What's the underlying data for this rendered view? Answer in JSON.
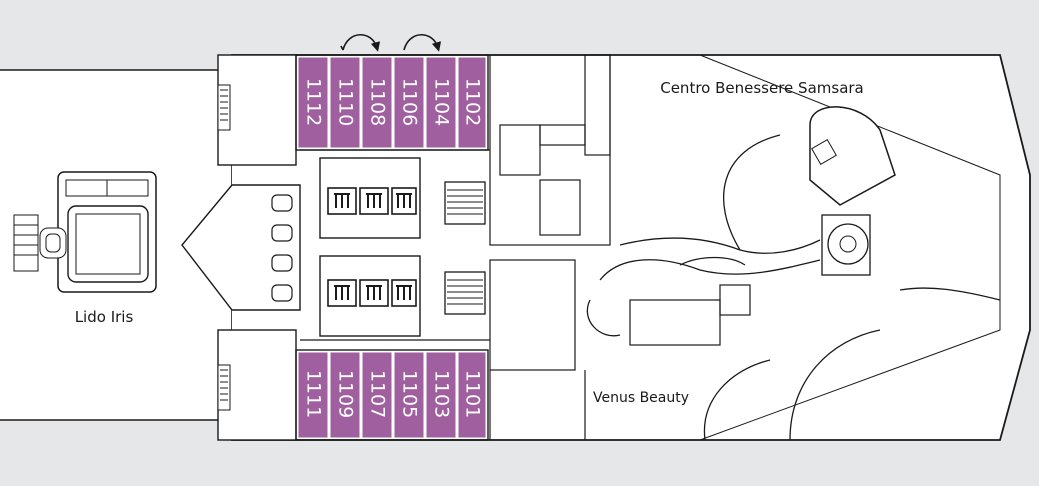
{
  "labels": {
    "lido": "Lido Iris",
    "spa": "Centro Benessere Samsara",
    "beauty": "Venus Beauty"
  },
  "cabins_top": [
    "1112",
    "1110",
    "1108",
    "1106",
    "1104",
    "1102"
  ],
  "cabins_bottom": [
    "1111",
    "1109",
    "1107",
    "1105",
    "1103",
    "1101"
  ],
  "colors": {
    "background": "#e6e7e9",
    "deck": "#ffffff",
    "outline": "#1a1a1a",
    "cabin": "#a0609f"
  },
  "icons": {
    "elevator": "elevator-icon",
    "connecting_arrow": "connecting-cabin-arrow-icon",
    "stairs": "stairs-icon"
  }
}
